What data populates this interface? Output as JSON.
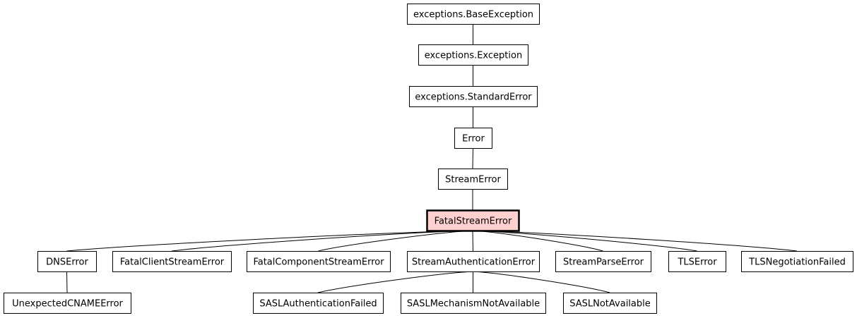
{
  "diagram": {
    "colors": {
      "background": "#ffffff",
      "node_fill": "#ffffff",
      "current_fill": "#ffd0d0",
      "line": "#000000"
    },
    "nodes": [
      {
        "id": "baseexception",
        "label": "exceptions.BaseException"
      },
      {
        "id": "exception",
        "label": "exceptions.Exception"
      },
      {
        "id": "standarderror",
        "label": "exceptions.StandardError"
      },
      {
        "id": "error",
        "label": "Error"
      },
      {
        "id": "streamerror",
        "label": "StreamError"
      },
      {
        "id": "fatalstreamerror",
        "label": "FatalStreamError",
        "current": true
      },
      {
        "id": "dnserror",
        "label": "DNSError"
      },
      {
        "id": "fatalclientstreamerror",
        "label": "FatalClientStreamError"
      },
      {
        "id": "fatalcomponentstreamerror",
        "label": "FatalComponentStreamError"
      },
      {
        "id": "streamauthenticationerror",
        "label": "StreamAuthenticationError"
      },
      {
        "id": "streamparseerror",
        "label": "StreamParseError"
      },
      {
        "id": "tlserror",
        "label": "TLSError"
      },
      {
        "id": "tlsnegotiationfailed",
        "label": "TLSNegotiationFailed"
      },
      {
        "id": "unexpectedcnameerror",
        "label": "UnexpectedCNAMEError"
      },
      {
        "id": "saslauthenticationfailed",
        "label": "SASLAuthenticationFailed"
      },
      {
        "id": "saslmechanismnotavailable",
        "label": "SASLMechanismNotAvailable"
      },
      {
        "id": "saslnotavailable",
        "label": "SASLNotAvailable"
      }
    ],
    "edges": [
      {
        "from": "baseexception",
        "to": "exception"
      },
      {
        "from": "exception",
        "to": "standarderror"
      },
      {
        "from": "standarderror",
        "to": "error"
      },
      {
        "from": "error",
        "to": "streamerror"
      },
      {
        "from": "streamerror",
        "to": "fatalstreamerror"
      },
      {
        "from": "fatalstreamerror",
        "to": "dnserror"
      },
      {
        "from": "fatalstreamerror",
        "to": "fatalclientstreamerror"
      },
      {
        "from": "fatalstreamerror",
        "to": "fatalcomponentstreamerror"
      },
      {
        "from": "fatalstreamerror",
        "to": "streamauthenticationerror"
      },
      {
        "from": "fatalstreamerror",
        "to": "streamparseerror"
      },
      {
        "from": "fatalstreamerror",
        "to": "tlserror"
      },
      {
        "from": "fatalstreamerror",
        "to": "tlsnegotiationfailed"
      },
      {
        "from": "dnserror",
        "to": "unexpectedcnameerror"
      },
      {
        "from": "streamauthenticationerror",
        "to": "saslauthenticationfailed"
      },
      {
        "from": "streamauthenticationerror",
        "to": "saslmechanismnotavailable"
      },
      {
        "from": "streamauthenticationerror",
        "to": "saslnotavailable"
      }
    ]
  }
}
